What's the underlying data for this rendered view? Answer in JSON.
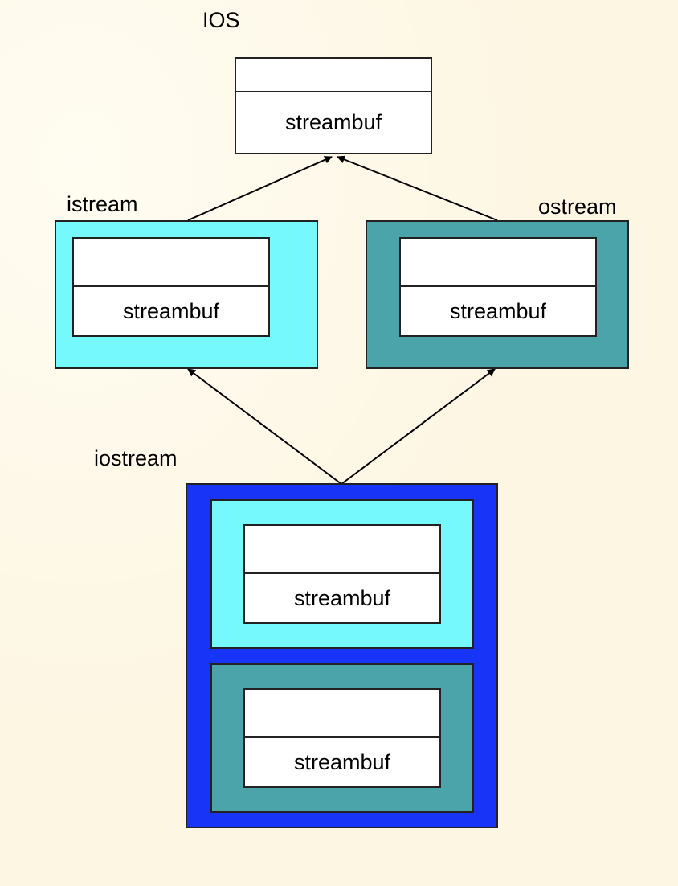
{
  "colors": {
    "background": "#fdf6e3",
    "istream": "#76f9fc",
    "ostream": "#4aa4aa",
    "iostream": "#1834f7",
    "inner_box": "#ffffff",
    "stroke": "#222222"
  },
  "ios": {
    "label": "IOS",
    "buffer_label": "streambuf"
  },
  "istream": {
    "label": "istream",
    "buffer_label": "streambuf"
  },
  "ostream": {
    "label": "ostream",
    "buffer_label": "streambuf"
  },
  "iostream": {
    "label": "iostream",
    "istream_part": {
      "buffer_label": "streambuf"
    },
    "ostream_part": {
      "buffer_label": "streambuf"
    }
  }
}
